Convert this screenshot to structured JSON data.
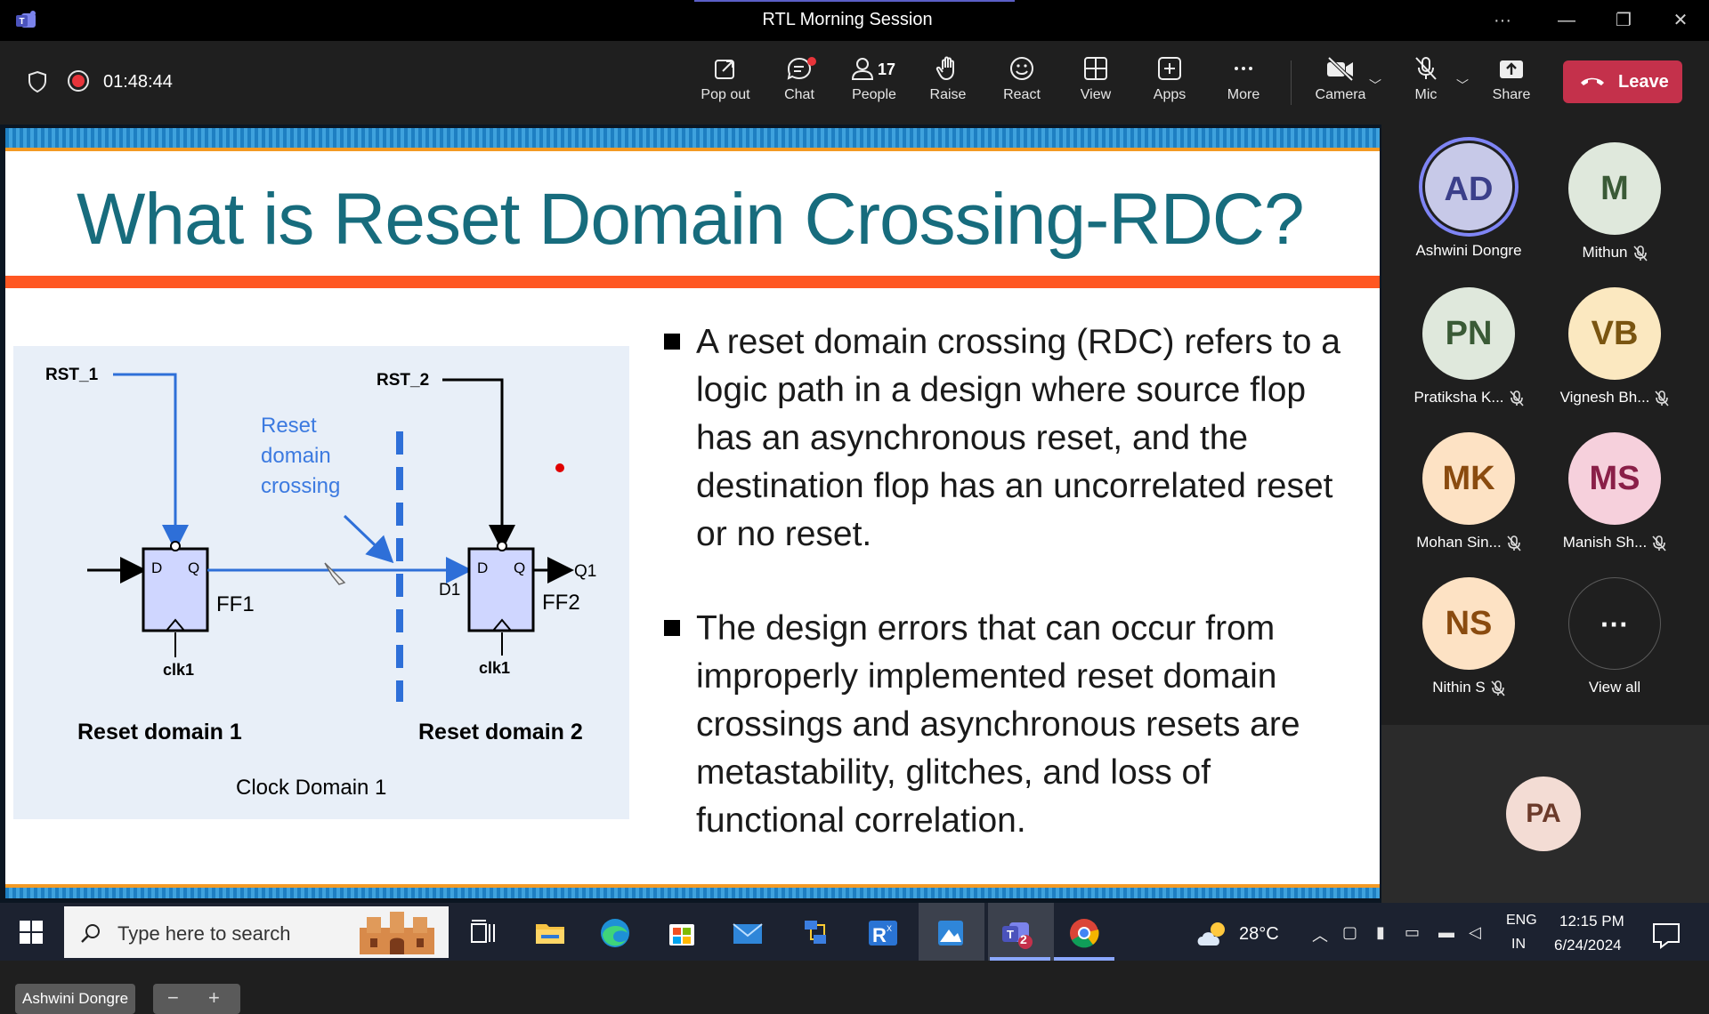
{
  "window": {
    "title": "RTL Morning Session"
  },
  "toolbar": {
    "timer": "01:48:44",
    "buttons": {
      "popout": "Pop out",
      "chat": "Chat",
      "people": "People",
      "people_count": "17",
      "raise": "Raise",
      "react": "React",
      "view": "View",
      "apps": "Apps",
      "more": "More",
      "camera": "Camera",
      "mic": "Mic",
      "share": "Share"
    },
    "leave": "Leave",
    "colors": {
      "leave": "#c4314b",
      "recording": "#e7343a"
    }
  },
  "slide": {
    "title": "What is Reset Domain Crossing-RDC?",
    "bullets": [
      "A reset domain crossing (RDC) refers to a logic path in a design where source  flop has an asynchronous reset, and the destination flop has an uncorrelated reset or no reset.",
      "The design errors that can occur from improperly implemented reset domain crossings and asynchronous resets are metastability, glitches, and loss of functional correlation."
    ],
    "diagram": {
      "rst1": "RST_1",
      "rst2": "RST_2",
      "annotation_line1": "Reset",
      "annotation_line2": "domain",
      "annotation_line3": "crossing",
      "ff1_d": "D",
      "ff1_q": "Q",
      "ff1_name": "FF1",
      "ff2_d": "D",
      "ff2_q": "Q",
      "ff2_name": "FF2",
      "d1": "D1",
      "q1": "Q1",
      "clk_left": "clk1",
      "clk_right": "clk1",
      "domain1": "Reset domain 1",
      "domain2": "Reset domain 2",
      "clock_domain": "Clock Domain 1"
    },
    "presenter": "Ashwini Dongre",
    "zoom_out": "−",
    "zoom_in": "+"
  },
  "participants": [
    {
      "initials": "AD",
      "name": "Ashwini Dongre",
      "muted": false,
      "speaking": true,
      "bg": "#c7c9e8",
      "fg": "#3b3f8a"
    },
    {
      "initials": "M",
      "name": "Mithun",
      "muted": true,
      "bg": "#dfe8dc",
      "fg": "#3a5a36"
    },
    {
      "initials": "PN",
      "name": "Pratiksha K...",
      "muted": true,
      "bg": "#dfe8dc",
      "fg": "#3a5a36"
    },
    {
      "initials": "VB",
      "name": "Vignesh Bh...",
      "muted": true,
      "bg": "#fbe8c0",
      "fg": "#7a5511"
    },
    {
      "initials": "MK",
      "name": "Mohan Sin...",
      "muted": true,
      "bg": "#fde2c4",
      "fg": "#8a4b0f"
    },
    {
      "initials": "MS",
      "name": "Manish Sh...",
      "muted": true,
      "bg": "#f6d0dc",
      "fg": "#8a1f48"
    },
    {
      "initials": "NS",
      "name": "Nithin S",
      "muted": true,
      "bg": "#fde2c4",
      "fg": "#8a4b0f"
    }
  ],
  "view_all": {
    "glyph": "···",
    "label": "View all"
  },
  "self_tile": {
    "initials": "PA"
  },
  "taskbar": {
    "search_placeholder": "Type here to search",
    "teams_badge": "2",
    "weather": "28°C",
    "lang_line1": "ENG",
    "lang_line2": "IN",
    "time": "12:15 PM",
    "date": "6/24/2024"
  }
}
